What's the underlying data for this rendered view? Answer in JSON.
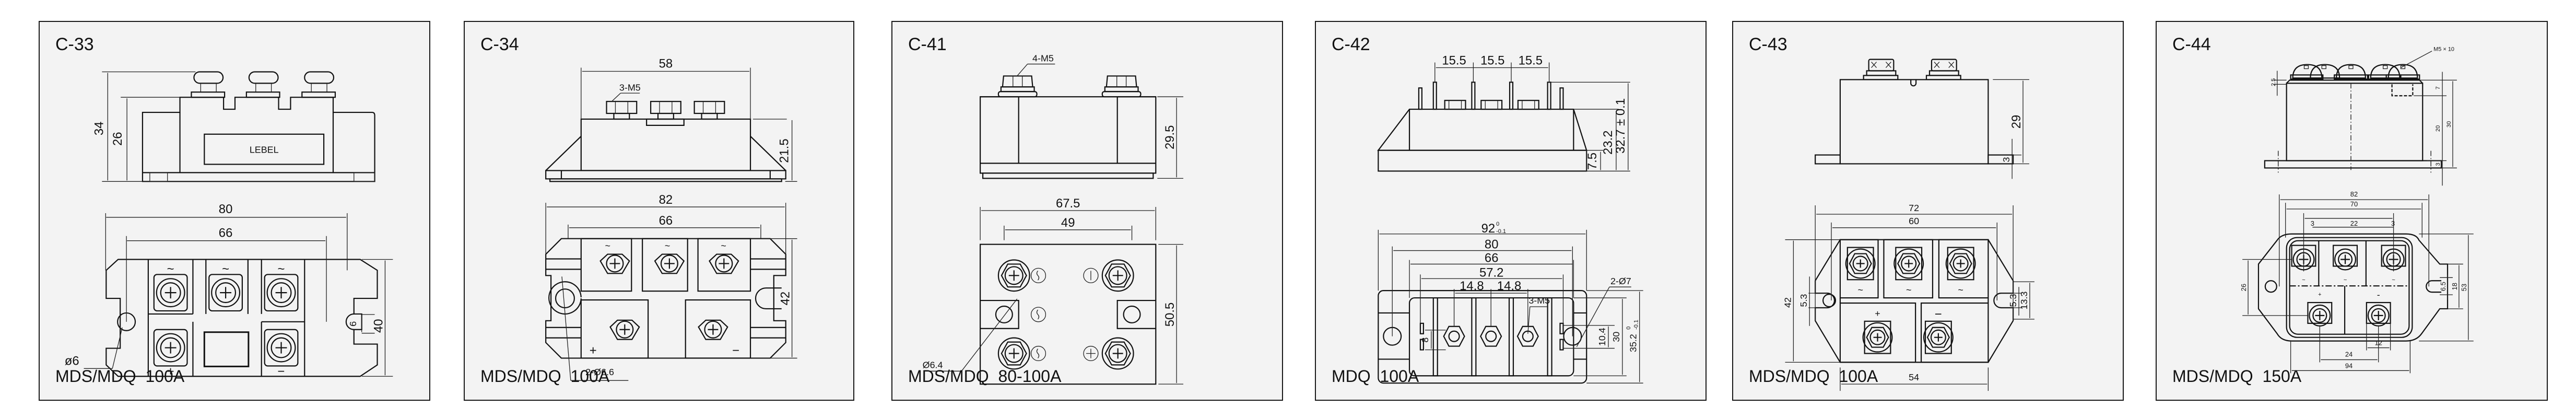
{
  "panels": [
    {
      "code": "C-33",
      "model": "MDS/MDQ  100A",
      "side_view": {
        "label": "LEBEL",
        "dims": [
          "34",
          "26"
        ]
      },
      "top_view": {
        "dims": [
          "80",
          "66",
          "6",
          "40"
        ],
        "hole": "ø6",
        "terminals": [
          "~",
          "~",
          "~",
          "+",
          "−"
        ]
      }
    },
    {
      "code": "C-34",
      "model": "MDS/MDQ  100A",
      "side_view": {
        "dims": [
          "58",
          "21.5"
        ],
        "thread": "3-M5"
      },
      "top_view": {
        "dims": [
          "82",
          "66",
          "42"
        ],
        "hole": "2-Ø6.6",
        "terminals": [
          "~",
          "~",
          "~",
          "+",
          "−"
        ]
      }
    },
    {
      "code": "C-41",
      "model": "MDS/MDQ  80-100A",
      "side_view": {
        "dims": [
          "29.5"
        ],
        "thread": "4-M5"
      },
      "top_view": {
        "dims": [
          "67.5",
          "49",
          "50.5"
        ],
        "hole": "Ø6.4"
      }
    },
    {
      "code": "C-42",
      "model": "MDQ  100A",
      "side_view": {
        "dims": [
          "15.5",
          "15.5",
          "15.5",
          "7.5",
          "23.2",
          "32.7 ± 0.1"
        ]
      },
      "top_view": {
        "dims": [
          "92",
          "80",
          "66",
          "57.2",
          "14.8",
          "14.8",
          "8",
          "10.4",
          "30",
          "35.2"
        ],
        "tol_92": {
          "upper": "0",
          "lower": "-0.1"
        },
        "tol_35_2": {
          "upper": "0",
          "lower": "-0.1"
        },
        "thread": "3-M5",
        "hole": "2-Ø7"
      }
    },
    {
      "code": "C-43",
      "model": "MDS/MDQ  100A",
      "side_view": {
        "dims": [
          "29",
          "3"
        ]
      },
      "top_view": {
        "dims": [
          "72",
          "60",
          "42",
          "5.3",
          "5.3",
          "13.3",
          "54"
        ],
        "terminals": [
          "~",
          "~",
          "~",
          "+",
          "−"
        ]
      }
    },
    {
      "code": "C-44",
      "model": "MDS/MDQ  150A",
      "side_view": {
        "dims": [
          "2.5",
          "7",
          "20",
          "30",
          "3"
        ],
        "screw": "M5 × 10"
      },
      "top_view": {
        "dims": [
          "82",
          "70",
          "3",
          "22",
          "3",
          "26",
          "6.5",
          "18",
          "53",
          "12",
          "24",
          "94"
        ],
        "terminals": [
          "~",
          "~",
          "~",
          "+",
          "-"
        ]
      }
    }
  ]
}
